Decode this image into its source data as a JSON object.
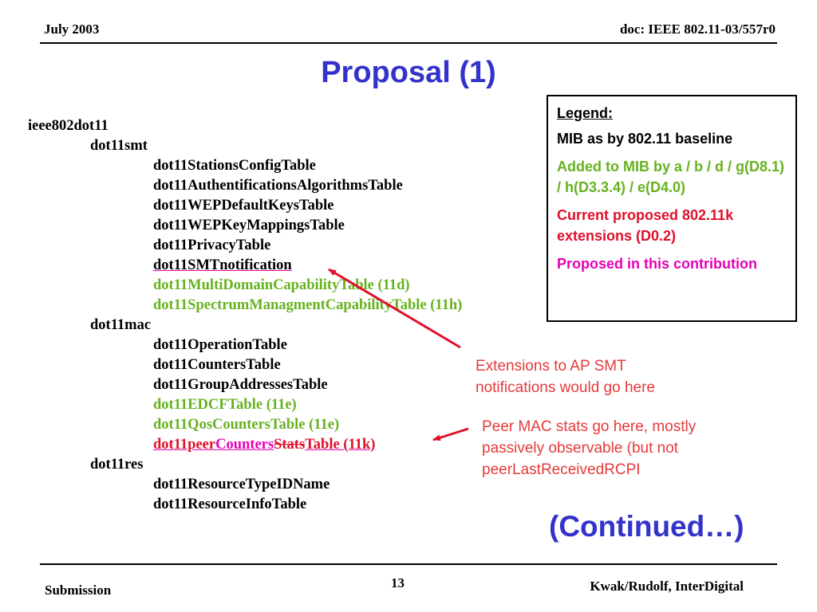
{
  "header": {
    "date": "July 2003",
    "doc": "doc: IEEE 802.11-03/557r0"
  },
  "title": "Proposal (1)",
  "tree": {
    "root": "ieee802dot11",
    "smt": "dot11smt",
    "smt_items": [
      "dot11StationsConfigTable",
      "dot11AuthentificationsAlgorithmsTable",
      "dot11WEPDefaultKeysTable",
      "dot11WEPKeyMappingsTable",
      "dot11PrivacyTable",
      "dot11SMTnotification",
      "dot11MultiDomainCapabilityTable (11d)",
      "dot11SpectrumManagmentCapabilityTable (11h)"
    ],
    "mac": "dot11mac",
    "mac_items": [
      "dot11OperationTable",
      "dot11CountersTable",
      "dot11GroupAddressesTable",
      "dot11EDCFTable (11e)",
      "dot11QosCountersTable (11e)"
    ],
    "peer_line": {
      "part1": "dot11peer",
      "part2": "Counters",
      "part3": "Stats",
      "part4": "Table (11k)"
    },
    "res": "dot11res",
    "res_items": [
      "dot11ResourceTypeIDName",
      "dot11ResourceInfoTable"
    ]
  },
  "legend": {
    "title": "Legend:",
    "baseline": "MIB as by 802.11 baseline",
    "added": "Added to MIB by a / b / d / g(D8.1) / h(D3.3.4) / e(D4.0)",
    "current": "Current proposed 802.11k extensions (D0.2)",
    "proposed": "Proposed in this contribution"
  },
  "notes": {
    "ap_smt_line1": "Extensions to AP SMT",
    "ap_smt_line2": "notifications would go here",
    "peer_line1": "Peer MAC stats go here, mostly",
    "peer_line2": "passively observable (but not",
    "peer_line3": "peerLastReceivedRCPI"
  },
  "continued": "(Continued…)",
  "footer": {
    "submission": "Submission",
    "page": "13",
    "authors": "Kwak/Rudolf, InterDigital"
  },
  "colors": {
    "title_blue": "#3333cc",
    "green": "#66b21e",
    "red": "#e0102a",
    "magenta": "#e600b4",
    "note_red": "#e53a3a"
  }
}
